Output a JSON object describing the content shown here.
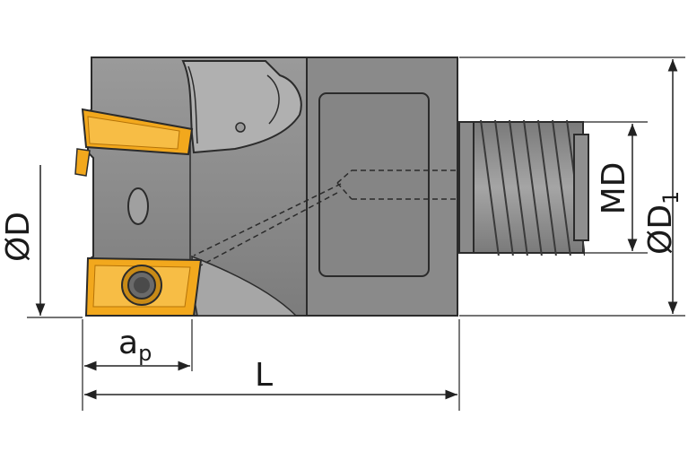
{
  "labels": {
    "diameter_d": "ØD",
    "diameter_d1": "ØD",
    "diameter_d1_subscript": "1",
    "md": "MD",
    "length_l": "L",
    "ap_main": "a",
    "ap_subscript": "p"
  },
  "colors": {
    "body": "#8e8e8e",
    "body_dark": "#6f6f6f",
    "body_light": "#b8b8b8",
    "thread": "#888888",
    "insert": "#f2a81d",
    "insert_dark": "#c27d0a",
    "outline": "#2b2b2b",
    "dimension": "#222222"
  }
}
